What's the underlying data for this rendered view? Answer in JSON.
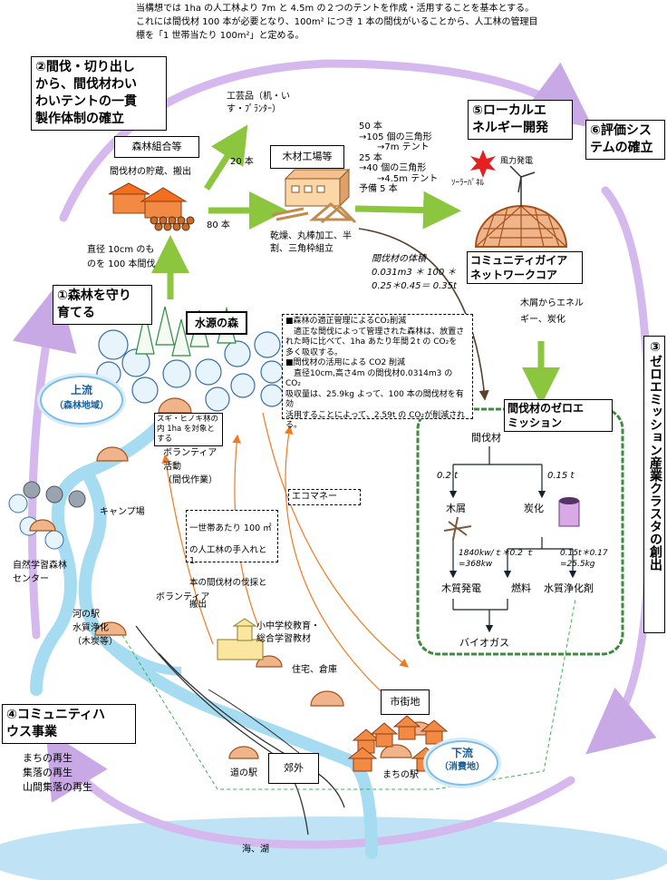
{
  "intro_lines": [
    "当構想では 1ha の人工林より 7m と 4.5m の２つのテントを作成・活用することを基本とする。",
    "これには間伐材 100 本が必要となり、100m² につき 1 本の間伐がいることから、人工林の管理目",
    "標を「1 世帯当たり 100m²」と定める。"
  ],
  "step2_title": [
    "②間伐・切り出し",
    "から、間伐材わい",
    "わいテントの一貫",
    "製作体制の確立"
  ],
  "step5_title": [
    "⑤ローカルエ",
    "ネルギー開発"
  ],
  "step6_title": [
    "⑥評価シス",
    "テムの確立"
  ],
  "step1_title": [
    "①森林を守り",
    "育てる"
  ],
  "step3_title": "③ゼロエミッション産業クラスタの創出",
  "step4_title": [
    "④コミュニティハ",
    "ウス事業"
  ],
  "step4_items": [
    "まちの再生",
    "集落の再生",
    "山間集落の再生"
  ],
  "forest_coop": "森林組合等",
  "forest_coop_note": "間伐材の貯蔵、搬出",
  "crafts": [
    "工芸品（机・い",
    "す・ﾌﾟﾗﾝﾀｰ）"
  ],
  "arrow_20": "20 本",
  "arrow_80": "80 本",
  "mill": "木材工場等",
  "mill_note": [
    "乾燥、丸棒加工、半",
    "割、三角枠組立"
  ],
  "tent_breakdown": [
    "50 本",
    "→105 個の三角形",
    "　　→7m テント",
    "25 本",
    "→40 個の三角形",
    "　　→4.5m テント",
    "予備 5 本"
  ],
  "wind_power": "風力発電",
  "solar_power": "ｿｰﾗｰﾊﾟﾈﾙ",
  "community_core": [
    "コミュニティガイア",
    "ネットワークコア"
  ],
  "thinning_volume": [
    "間伐材の体積",
    "0.031m3 ＊ 100 ＊",
    "0.25＊0.45＝ 0.35t"
  ],
  "energy_note": [
    "木屑からエネル",
    "ギー、炭化"
  ],
  "cut_note": [
    "直径 10cm のも",
    "のを 100 本間伐"
  ],
  "water_forest": "水源の森",
  "co2_note": "■森林の適正管理によるCO₂削減\n　適正な間伐によって管理された森林は、放置さ\nれた時に比べて、1ha あたり年間２t の CO₂を\n多く吸収する。\n■間伐材の活用による CO2 削減\n　直径10cm,高さ4m の間伐材0.0314m3 の CO₂\n吸収量は、25.9kg よって、100 本の間伐材を有効\n活用することによって、2.59t の CO₂が削減され\nる。",
  "upstream": [
    "上流",
    "（森林地域）"
  ],
  "target_note": [
    "スギ・ヒノキ林の",
    "内 1ha を対象と",
    "する"
  ],
  "volunteer": [
    "ボランティア",
    "活動",
    "（間伐作業）"
  ],
  "eco_money": "エコマネー",
  "household_note": [
    "一世帯あたり 100 ㎡",
    "の人工林の手入れと 1",
    "本の間伐材の伐採と",
    "搬出"
  ],
  "volunteer2": "ボランティア",
  "camp": "キャンプ場",
  "nature_center": [
    "自然学習森林",
    "センター"
  ],
  "river_station": [
    "河の駅",
    "水質浄化",
    "（木炭等）"
  ],
  "school": [
    "小中学校教育・",
    "総合学習教材"
  ],
  "housing": "住宅、倉庫",
  "city": "市街地",
  "downstream": [
    "下流",
    "（消費地）"
  ],
  "road_station": "道の駅",
  "suburb": "郊外",
  "town_station": "まちの駅",
  "sea": "海、湖",
  "zero_title": [
    "間伐材のゼロエ",
    "ミッション"
  ],
  "zero_flow": {
    "root": "間伐材",
    "left_amount": "0.2 t",
    "right_amount": "0.15 t",
    "sawdust": "木屑",
    "charcoal": "炭化",
    "calc_left": [
      "1840kw/ｔ＊0.2 ｔ",
      "=368kw"
    ],
    "calc_right": [
      "0.15t＊0.17",
      "=25.5kg"
    ],
    "wood_power": "木質発電",
    "fuel": "燃料",
    "purifier": "水質浄化剤",
    "biogas": "バイオガス"
  },
  "colors": {
    "green_arrow": "#8cc63f",
    "orange_arrow": "#f07a20",
    "cycle": "#c9a8e6",
    "river": "#a6dcf2",
    "dome": "#c0632a"
  }
}
